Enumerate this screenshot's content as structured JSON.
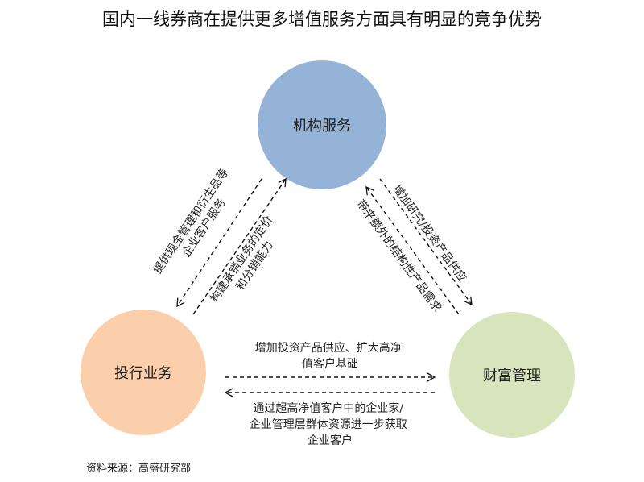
{
  "title": "国内一线券商在提供更多增值服务方面具有明显的竞争优势",
  "nodes": {
    "institutional": {
      "label": "机构服务",
      "color": "#95b3d7"
    },
    "ib": {
      "label": "投行业务",
      "color": "#fbcfab"
    },
    "wealth": {
      "label": "财富管理",
      "color": "#d7e4bc"
    }
  },
  "edges": {
    "inst_to_ib": [
      "提供现金管理和衍生品等",
      "企业客户服务"
    ],
    "ib_to_inst": [
      "构建承销业务的定价",
      "和分销能力"
    ],
    "inst_to_wealth": [
      "增加研究/投资产品供应"
    ],
    "wealth_to_inst": [
      "带来额外的结构性产品需求"
    ],
    "ib_to_wealth": [
      "增加投资产品供应、扩大高净",
      "值客户基础"
    ],
    "wealth_to_ib": [
      "通过超高净值客户中的企业家/",
      "企业管理层群体资源进一步获取",
      "企业客户"
    ]
  },
  "source": "资料来源：高盛研究部"
}
